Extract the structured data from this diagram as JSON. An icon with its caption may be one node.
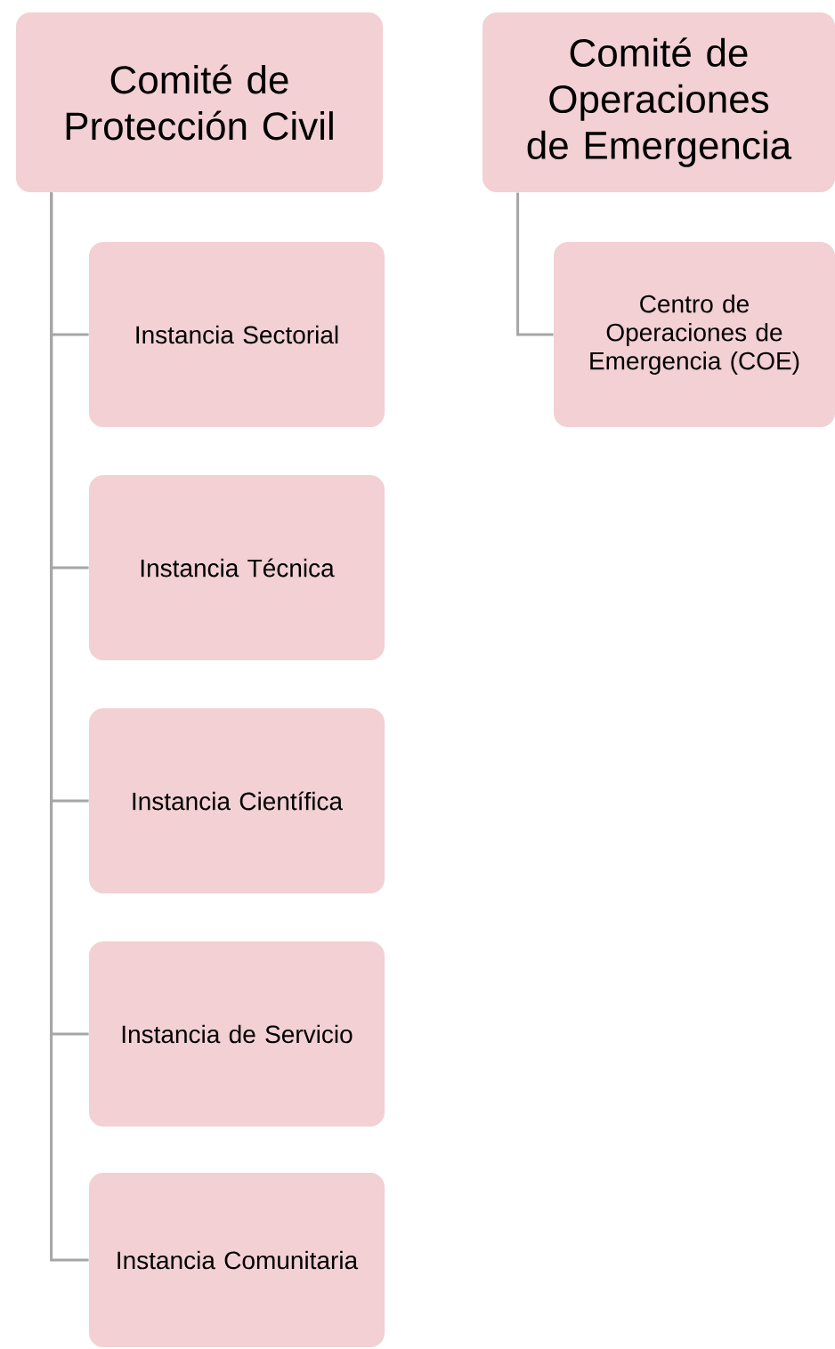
{
  "diagram": {
    "nodes": [
      {
        "text": [
          "Comité de Protección Civil"
        ]
      },
      {
        "text": [
          "Comité de Operaciones de Emergencia"
        ]
      },
      {
        "text": [
          "Centro de Operaciones de Emergencia (COE)"
        ]
      },
      {
        "text": [
          "Instancia Sectorial"
        ]
      },
      {
        "text": [
          "Instancia Técnica"
        ]
      },
      {
        "text": [
          "Instancia Científica"
        ]
      },
      {
        "text": [
          "Instancia de Servicio"
        ]
      },
      {
        "text": [
          "Instancia Comunitaria"
        ]
      }
    ],
    "edges": [
      {
        "from": 1,
        "to": 2,
        "arrow": "none"
      },
      {
        "from": 0,
        "to": 3,
        "arrow": "none"
      },
      {
        "from": 0,
        "to": 4,
        "arrow": "none"
      },
      {
        "from": 0,
        "to": 5,
        "arrow": "none"
      },
      {
        "from": 0,
        "to": 6,
        "arrow": "none"
      },
      {
        "from": 0,
        "to": 7,
        "arrow": "none"
      }
    ]
  }
}
